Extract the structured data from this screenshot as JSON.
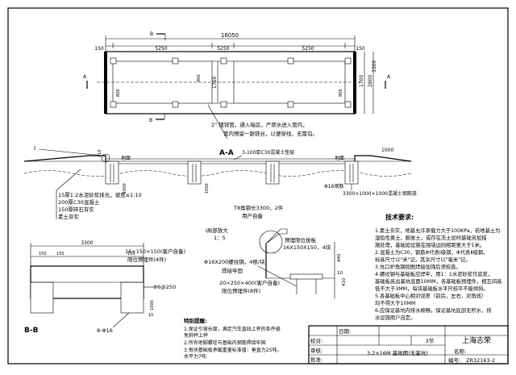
{
  "plan": {
    "section_mark_b_top": "B",
    "section_mark_b_bottom": "B",
    "section_mark_a_left": "A",
    "section_mark_a_right": "A",
    "dim_total": "16050",
    "dim_150_left": "150",
    "dim_150_right": "150",
    "dim_5250_a": "5250",
    "dim_5250_b": "5250",
    "dim_5250_c": "5250",
    "dim_400": "400",
    "dim_1700_left": "1700",
    "dim_1700_right": "1700",
    "dim_800_left": "800",
    "dim_800_right": "800",
    "dim_2800": "2800",
    "dim_3300": "3300",
    "pipe_note_1": "2\" 镀锌管，通入暗房，严禁水进入管内，",
    "pipe_note_2": "管内预留一跟铁丝，以便穿线，无需勾。"
  },
  "section_aa": {
    "title": "A-A",
    "precast_label": "3-100厚C30混凝土垫层",
    "ground_left": "地面",
    "ground_right": "地面",
    "dim_410": "410",
    "dim_1000_left": "1000",
    "dim_1000_mid": "1000",
    "dim_1000_right": "1000",
    "mark_i": "I",
    "rebar_label": "Φ16钢筋",
    "pad_label": "3300×1000×1000混凝土钢筋笼",
    "layers": [
      "15厚1:2水泥砂浆抹光，坡度≤1:10",
      "200厚C30混凝土",
      "150厚碎石夯实",
      "素土夯实"
    ]
  },
  "detail_i": {
    "top_note_1": "T8角钢长3300，2件",
    "top_note_2": "用户自备",
    "title_1": "Ⅰ局部放大",
    "title_2": "1：5",
    "plate_label_1": "预埋限位拔板",
    "plate_label_2": "16X150X150，4块",
    "dim_440": "440",
    "dim_410": "410",
    "dim_10": "10",
    "rebar_label_1": "Φ16X200螺纹钢，4根/块",
    "rebar_label_2": "焊接牢固",
    "plate_bottom_1": "20×250×400(客户自备)",
    "plate_bottom_2": "限位预埋件(8件)"
  },
  "section_bb": {
    "title": "B-B",
    "dim_3300": "3300",
    "dim_150_a": "150",
    "dim_150_b": "150",
    "dim_150_c": "150",
    "plate_note_1": "16×150×150(客户自备)",
    "plate_note_2": "限位预埋件(4件)",
    "bar_label": "Φ6@250",
    "rebar_label": "8-Φ16",
    "dim_1000": "1000",
    "dim_10": "10"
  },
  "tech": {
    "heading": "技术要求:",
    "items": [
      "1.素土夯实，地基允许承载力大于100KPa，若地基土为",
      "  湿陷性黄土、膨胀土，或存在冻土层时基础另加措",
      "  施处理，基础如设施在围墙边则相距要大于1米。",
      "2.混凝土为C30，钢筋Φ代表Ⅰ级钢，Φ代表Ⅱ级钢，",
      "  标高尺寸以\"米\"记，其余尺寸以\"毫米\"记。",
      "3.坑口护角钢按图焊接加强后须校直。",
      "4.螺纹钢与基础板应焊牢，用1：1水泥砂浆作底浆，",
      "  基础板高出基坑底面10MM，各基础板预埋件，相互间高",
      "  低不大于3MM，每块基础板水平尺校平不能倾斜。",
      "5.各基础板中心相对误差（前后，左右，对角线）",
      "  均不得大于10MM",
      "6.应保证基坑内排水顺畅，保证基坑底部无积水，排",
      "  水设施用户自定。"
    ]
  },
  "reminder": {
    "heading": "特别提醒:",
    "items": [
      "1.保证引坡长度，满足汽车直线上秤的条件避",
      "  免斜秤上秤",
      "2.所有地脚螺栓与基础内钢筋焊接牢固",
      "3.每块基础板承载重量标准值：垂直力25吨，",
      "  水平力7吨"
    ]
  },
  "title_block": {
    "date_label": "日期:",
    "check_label": "校对:",
    "review_label": "审核:",
    "approve_label": "批准:",
    "count": "3节",
    "company": "上海志荣",
    "drawing_title": "3.2×16M 基础图(无基坑)",
    "name_label": "名称:",
    "number_label": "编号:",
    "number_value": "ZR32163-2"
  }
}
